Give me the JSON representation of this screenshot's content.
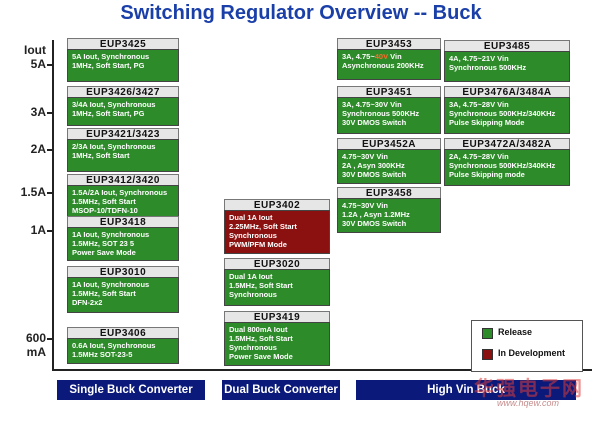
{
  "title": "Switching Regulator Overview -- Buck",
  "y_axis": {
    "labels": [
      "Iout",
      "5A",
      "3A",
      "2A",
      "1.5A",
      "1A",
      "600",
      "mA"
    ]
  },
  "chips": [
    {
      "part": "EUP3425",
      "color": "green",
      "lines": "5A Iout, Synchronous\n1MHz, Soft Start, PG"
    },
    {
      "part": "EUP3426/3427",
      "color": "green",
      "lines": "3/4A Iout, Synchronous\n1MHz, Soft Start, PG"
    },
    {
      "part": "EUP3421/3423",
      "color": "green",
      "lines": "2/3A Iout, Synchronous\n1MHz, Soft Start"
    },
    {
      "part": "EUP3412/3420",
      "color": "green",
      "lines": "1.5A/2A Iout, Synchronous\n1.5MHz, Soft Start\nMSOP-10/TDFN-10"
    },
    {
      "part": "EUP3418",
      "color": "green",
      "lines": "1A Iout, Synchronous\n1.5MHz, SOT 23 5\nPower Save Mode"
    },
    {
      "part": "EUP3010",
      "color": "green",
      "lines": "1A Iout, Synchronous\n1.5MHz, Soft Start\nDFN-2x2"
    },
    {
      "part": "EUP3406",
      "color": "green",
      "lines": "0.6A Iout, Synchronous\n1.5MHz  SOT-23-5"
    },
    {
      "part": "EUP3402",
      "color": "red",
      "lines": "Dual 1A Iout\n2.25MHz, Soft Start\nSynchronous\nPWM/PFM Mode"
    },
    {
      "part": "EUP3020",
      "color": "green",
      "lines": "Dual 1A Iout\n1.5MHz, Soft Start\nSynchronous"
    },
    {
      "part": "EUP3419",
      "color": "green",
      "lines": "Dual 800mA Iout\n1.5MHz, Soft Start\nSynchronous\nPower Save Mode"
    },
    {
      "part": "EUP3453",
      "color": "green",
      "lines_pre": "3A, 4.75~",
      "lines_hl": "40V",
      "lines_post": " Vin\nAsynchronous 200KHz"
    },
    {
      "part": "EUP3451",
      "color": "green",
      "lines": "3A, 4.75~30V Vin\nSynchronous 500KHz\n30V DMOS Switch"
    },
    {
      "part": "EUP3452A",
      "color": "green",
      "lines": "4.75~30V Vin\n2A , Asyn 300KHz\n30V DMOS Switch"
    },
    {
      "part": "EUP3458",
      "color": "green",
      "lines": "4.75~30V Vin\n1.2A , Asyn 1.2MHz\n30V DMOS Switch"
    },
    {
      "part": "EUP3485",
      "color": "green",
      "lines": "4A, 4.75~21V Vin\nSynchronous 500KHz"
    },
    {
      "part": "EUP3476A/3484A",
      "color": "green",
      "lines": "3A, 4.75~28V Vin\nSynchronous 500KHz/340KHz\nPulse Skipping Mode"
    },
    {
      "part": "EUP3472A/3482A",
      "color": "green",
      "lines": "2A, 4.75~28V Vin\nSynchronous 500KHz/340KHz\nPulse Skipping mode"
    }
  ],
  "legend": {
    "release": "Release",
    "in_development": "In Development",
    "release_color": "#2e8b2a",
    "dev_color": "#8b1010"
  },
  "categories": [
    "Single Buck Converter",
    "Dual Buck Converter",
    "High Vin Buck"
  ],
  "watermark": {
    "text": "华强电子网",
    "url": "www.hqew.com"
  }
}
